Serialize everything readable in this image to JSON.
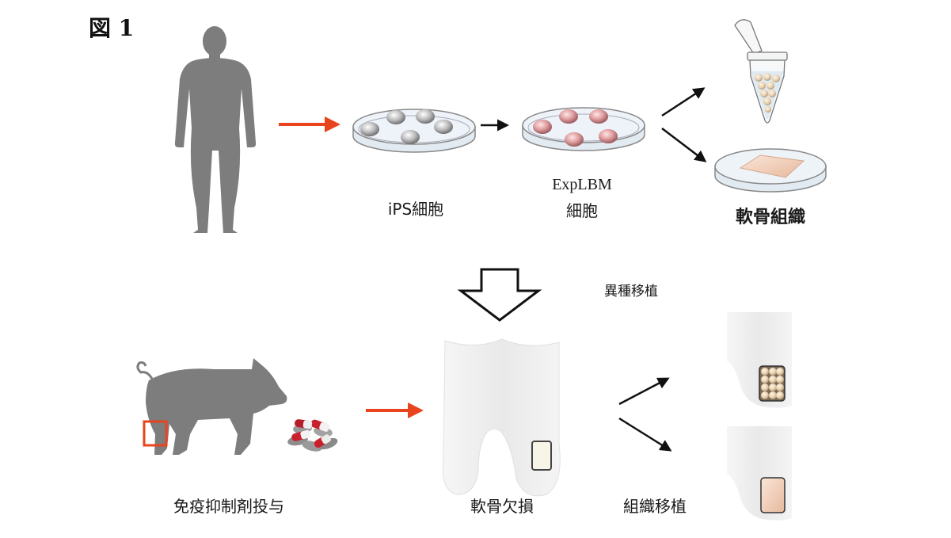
{
  "figure": {
    "title": "図 1"
  },
  "labels": {
    "ips": "iPS細胞",
    "explbm_1": "ExpLBM",
    "explbm_2": "細胞",
    "cartilage": "軟骨組織",
    "xeno": "異種移植",
    "immuno": "免疫抑制剤投与",
    "defect": "軟骨欠損",
    "tissue_transplant": "組織移植"
  },
  "colors": {
    "arrow_red": "#e8441e",
    "arrow_black": "#111111",
    "silhouette": "#7d7d7d",
    "bone": "#eeeeee",
    "dish_liquid": "#dfe9f2",
    "highlight_box": "#e8441e"
  }
}
